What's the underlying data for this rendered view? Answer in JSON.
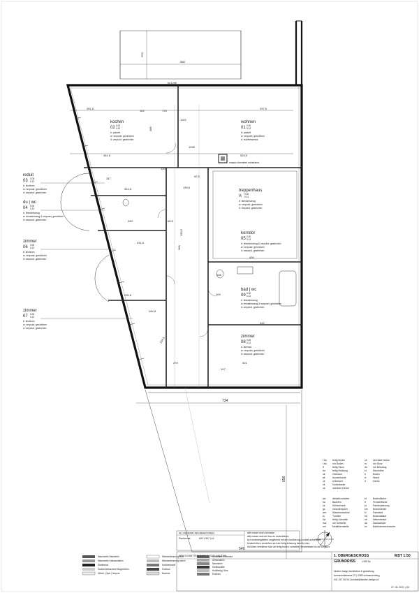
{
  "rooms": [
    {
      "id": "kochen",
      "name": "kochen",
      "code": "02",
      "level_top": "0.00",
      "level_bot": "0.12",
      "specs": [
        "b: parkett",
        "w: verputzt, gestrichen",
        "d: verputzt, gestrichen"
      ]
    },
    {
      "id": "wohnen",
      "name": "wohnen",
      "code": "01",
      "level_top": "0.00",
      "level_bot": "0.12",
      "specs": [
        "b: parkett",
        "w: verputzt, gestrichen",
        "d: holzfeinsenke"
      ]
    },
    {
      "id": "reduit",
      "name": "reduit",
      "code": "03",
      "level_top": "0.00",
      "level_bot": "0.12",
      "specs": [
        "b: linoleum",
        "w: verputzt, gestrichen",
        "d: verputzt, gestrichen"
      ]
    },
    {
      "id": "du-wc",
      "name": "du | wc",
      "code": "04",
      "level_top": "0.00",
      "level_bot": "0.12",
      "specs": [
        "b: feinsteinzeug",
        "w: feinsteinzeug & verputzt, gestrichen",
        "d: verputzt, gestrichen"
      ]
    },
    {
      "id": "treppenhaus",
      "name": "treppenhaus",
      "code": "A",
      "level_top": "0.00",
      "level_bot": "0.12",
      "specs": [
        "b: feinsteinzeug",
        "w: verputzt, gestrichen",
        "d: verputzt, gestrichen"
      ]
    },
    {
      "id": "korridor",
      "name": "korridor",
      "code": "05",
      "level_top": "0.00",
      "level_bot": "0.12",
      "specs": [
        "b: feinsteinzeug & verputzt, gestrichen",
        "w: verputzt, gestrichen",
        "d: verputzt, gestrichen"
      ]
    },
    {
      "id": "zimmer06",
      "name": "zimmer",
      "code": "06",
      "level_top": "0.00",
      "level_bot": "0.12",
      "specs": [
        "b: linoleum",
        "w: verputzt, gestrichen",
        "d: verputzt, gestrichen"
      ]
    },
    {
      "id": "bad-wc",
      "name": "bad | wc",
      "code": "09",
      "level_top": "0.00",
      "level_bot": "0.12",
      "specs": [
        "b: feinsteinzeug",
        "w: feinsteinzeug & verputzt, gestrichen",
        "d: verputzt, gestrichen"
      ]
    },
    {
      "id": "zimmer07",
      "name": "zimmer",
      "code": "07",
      "level_top": "0.00",
      "level_bot": "0.12",
      "specs": [
        "b: linoleum",
        "w: verputzt, gestrichen",
        "d: verputzt, gestrichen"
      ]
    },
    {
      "id": "zimmer08",
      "name": "zimmer",
      "code": "08",
      "level_top": "0.00",
      "level_bot": "0.12",
      "specs": [
        "b: laminat",
        "w: verputzt, gestrichen",
        "d: verputzt, gestrichen"
      ]
    }
  ],
  "annotations": {
    "chimney": "massiv chemineé unbekannt",
    "fw_mfh": "fw & mfh"
  },
  "dims": {
    "d588": "588",
    "d253": "253",
    "d734": "734",
    "d549": "549",
    "d656": "656",
    "d2815": "281,5",
    "d2975": "297,5",
    "d3615": "361,5",
    "d5285": "528,5",
    "d347": "347",
    "d3315": "331,5",
    "d1045": "1045",
    "d1153": "1153",
    "d283": "283",
    "d655": "65,5",
    "d2845": "284,5",
    "d2305": "230,5",
    "d436": "436",
    "d342": "342",
    "d401": "401",
    "d279": "279",
    "d2345": "234,5",
    "d368": "368",
    "d386": "386",
    "d1995": "199,5",
    "d3315b": "331,5",
    "d162": "162",
    "d178": "178",
    "d147": "147",
    "d1595": "159,5",
    "d108": "108",
    "d109": "109",
    "d120": "120",
    "d625": "62,5"
  },
  "abbr_a": [
    [
      "f.ba",
      "fertig Boden"
    ],
    [
      "r.ba",
      "roh Boden"
    ],
    [
      "ff",
      "fertig Sturz"
    ],
    [
      "rbr",
      "fertig Brüstung"
    ],
    [
      "ok",
      "Oberkant"
    ],
    [
      "ak",
      "Aussenkante"
    ],
    [
      "uk",
      "Unterkant"
    ],
    [
      "vk",
      "Vorderkante"
    ],
    [
      "ok",
      "oberkant Decke"
    ]
  ],
  "abbr_b": [
    [
      "ok",
      "oberkant Decke"
    ],
    [
      "rs",
      "roh Sturz"
    ],
    [
      "rbr",
      "roh Brüstung"
    ],
    [
      "st",
      "Sturzhöhe"
    ],
    [
      "b",
      "Boden"
    ],
    [
      "w",
      "Wand"
    ],
    [
      "d",
      "Decke"
    ]
  ],
  "abbr_c": [
    [
      "atz",
      "Abstellvorrichter"
    ],
    [
      "ba",
      "Badofen"
    ],
    [
      "ks",
      "Kühlschrank"
    ],
    [
      "gs",
      "Geschirrspüler"
    ],
    [
      "wm",
      "Waschmaschine"
    ],
    [
      "tu",
      "Tumbler"
    ],
    [
      "hw",
      "fertig Schwelle"
    ],
    [
      "rsw",
      "roh Schwelle"
    ],
    [
      "mh",
      "Metallkernstelle"
    ]
  ],
  "abbr_d": [
    [
      "bf",
      "Bodenfläche"
    ],
    [
      "ff",
      "Fensterfläche"
    ],
    [
      "pr",
      "Parkierplatzung"
    ],
    [
      "bm",
      "Brandmelder"
    ],
    [
      "fz",
      "Fahrstuhl"
    ],
    [
      "ba",
      "Bodenablauf"
    ],
    [
      "nb",
      "Nebenbelauf"
    ],
    [
      "da",
      "Dachwasser"
    ],
    [
      "bv",
      "Badezimmerversorter"
    ]
  ],
  "info": {
    "heading": "ALLGEMEINE INFORMATIONEN",
    "row1_label": "Planformat",
    "row1_value": "600 x 597 | A2",
    "notes": [
      "alle masse sind rohmasse",
      "alle masse sind am bau zu kontrollieren",
      "bei unstimmigkeiten umgehend mit der bauführung kontakt aufnehmen",
      "fensterhöhen verstehen sich ab fertig brüstung bis roh sturz",
      "türhöhen verstehen sich ab fertig boden, schwelle, fensterbank bis uk roh sturz"
    ]
  },
  "legend": [
    "Mauerwerk Backstein",
    "Mauerwerk Kalksandstein",
    "Stahlbeton",
    "Sauberkeitsschicht Magerbeton",
    "Mörtel | Gips | Verputz",
    "Wärmedämmung hart",
    "Wärmedämmung weich",
    "Holzwerkstoff",
    "Holzbau",
    "Bauholz",
    "Kunststein | Element",
    "Zementstein",
    "Naturstein",
    "Hohlbauteile",
    "Hohlfertig | Kies",
    "Erdreich"
  ],
  "title_block": {
    "project": "MFH SCHMITTENHAUS | 1 | 4213 KNUTWIL",
    "floor": "1. OBERGESCHOSS",
    "plan_type": "GRUNDRISS",
    "plan_no": "1:M5 3A",
    "scale": "MST 1:50",
    "office": "kindler design architektur & gestaltung",
    "address": "bonneveldstrasse 70 | 4083 schwarzenberg",
    "contact": "041 497 36 36 | kontakt@kindler-design.ch",
    "date": "07. 05. 2021 | DK"
  }
}
